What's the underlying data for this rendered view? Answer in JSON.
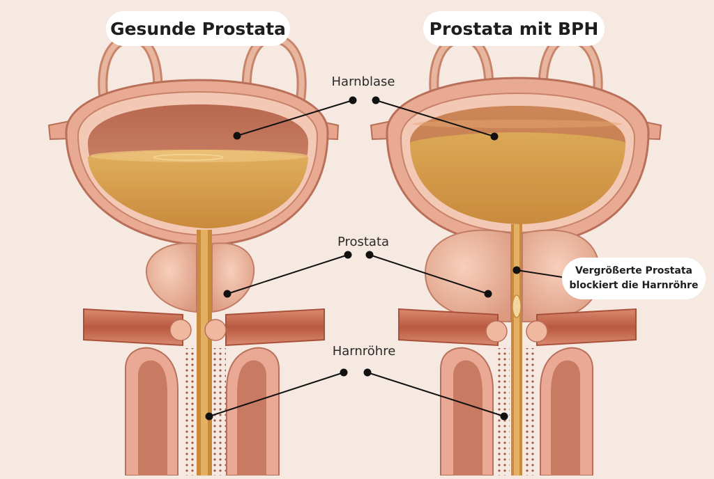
{
  "titles": {
    "healthy": "Gesunde Prostata",
    "bph": "Prostata mit BPH"
  },
  "labels": {
    "bladder": "Harnblase",
    "prostate": "Prostata",
    "urethra": "Harnröhre"
  },
  "callout": {
    "line1": "Vergrößerte Prostata",
    "line2": "blockiert die Harnröhre"
  },
  "colors": {
    "background": "#f6e9e1",
    "tissue": "#e7a58e",
    "tissue_dark": "#c97a63",
    "urine": "#d99a4c",
    "muscle": "#c4694f",
    "prostate": "#f0b9a0",
    "leader_line": "#111111"
  }
}
